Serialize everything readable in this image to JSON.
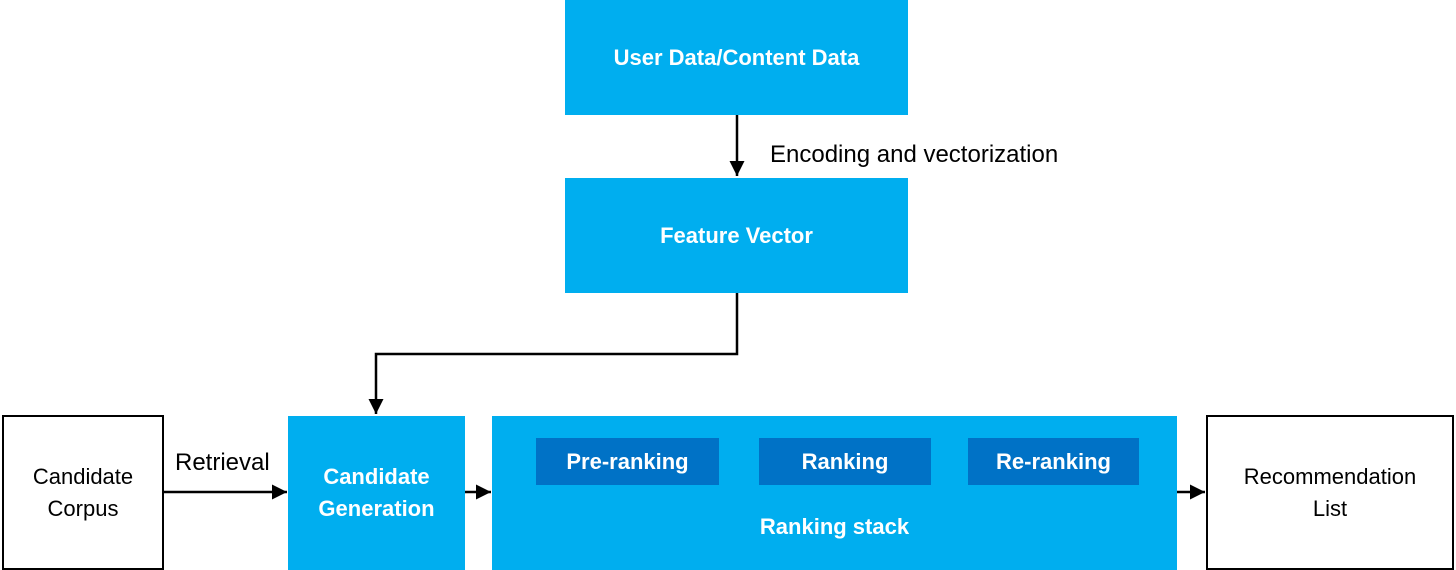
{
  "nodes": {
    "user_data": "User Data/Content Data",
    "feature_vector": "Feature Vector",
    "candidate_corpus_line1": "Candidate",
    "candidate_corpus_line2": "Corpus",
    "candidate_generation_line1": "Candidate",
    "candidate_generation_line2": "Generation",
    "ranking_stack": "Ranking stack",
    "pre_ranking": "Pre-ranking",
    "ranking": "Ranking",
    "re_ranking": "Re-ranking",
    "recommendation_line1": "Recommendation",
    "recommendation_line2": "List"
  },
  "edges": {
    "encoding": "Encoding and vectorization",
    "retrieval": "Retrieval"
  },
  "colors": {
    "primary_box": "#00aeef",
    "inner_box": "#0072c6",
    "box_text": "#ffffff",
    "line": "#000000"
  }
}
